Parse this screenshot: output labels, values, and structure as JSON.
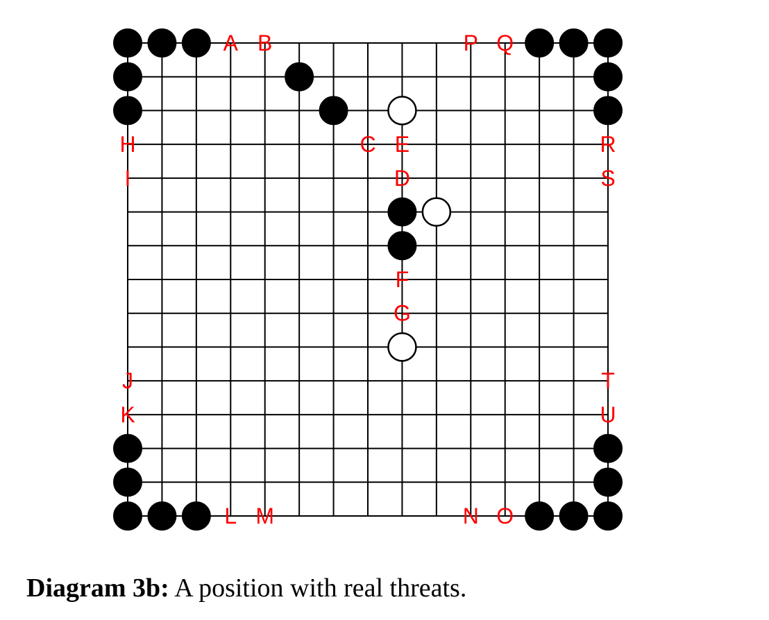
{
  "caption": {
    "label": "Diagram 3b:",
    "text": "A position with real threats."
  },
  "board": {
    "size": 15,
    "line_color": "#000000",
    "label_color": "#ff0000",
    "black_stone_color": "#000000",
    "white_stone_color": "#ffffff",
    "black_stones": [
      [
        0,
        0
      ],
      [
        1,
        0
      ],
      [
        2,
        0
      ],
      [
        12,
        0
      ],
      [
        13,
        0
      ],
      [
        14,
        0
      ],
      [
        0,
        1
      ],
      [
        14,
        1
      ],
      [
        0,
        2
      ],
      [
        14,
        2
      ],
      [
        5,
        1
      ],
      [
        6,
        2
      ],
      [
        8,
        5
      ],
      [
        8,
        6
      ],
      [
        0,
        12
      ],
      [
        14,
        12
      ],
      [
        0,
        13
      ],
      [
        14,
        13
      ],
      [
        0,
        14
      ],
      [
        1,
        14
      ],
      [
        2,
        14
      ],
      [
        12,
        14
      ],
      [
        13,
        14
      ],
      [
        14,
        14
      ]
    ],
    "white_stones": [
      [
        8,
        2
      ],
      [
        9,
        5
      ],
      [
        8,
        9
      ]
    ],
    "labels": [
      {
        "text": "A",
        "col": 3,
        "row": 0
      },
      {
        "text": "B",
        "col": 4,
        "row": 0
      },
      {
        "text": "P",
        "col": 10,
        "row": 0
      },
      {
        "text": "Q",
        "col": 11,
        "row": 0
      },
      {
        "text": "H",
        "col": 0,
        "row": 3
      },
      {
        "text": "C",
        "col": 7,
        "row": 3
      },
      {
        "text": "E",
        "col": 8,
        "row": 3
      },
      {
        "text": "R",
        "col": 14,
        "row": 3
      },
      {
        "text": "I",
        "col": 0,
        "row": 4
      },
      {
        "text": "D",
        "col": 8,
        "row": 4
      },
      {
        "text": "S",
        "col": 14,
        "row": 4
      },
      {
        "text": "F",
        "col": 8,
        "row": 7
      },
      {
        "text": "G",
        "col": 8,
        "row": 8
      },
      {
        "text": "J",
        "col": 0,
        "row": 10
      },
      {
        "text": "T",
        "col": 14,
        "row": 10
      },
      {
        "text": "K",
        "col": 0,
        "row": 11
      },
      {
        "text": "U",
        "col": 14,
        "row": 11
      },
      {
        "text": "L",
        "col": 3,
        "row": 14
      },
      {
        "text": "M",
        "col": 4,
        "row": 14
      },
      {
        "text": "N",
        "col": 10,
        "row": 14
      },
      {
        "text": "O",
        "col": 11,
        "row": 14
      }
    ]
  }
}
